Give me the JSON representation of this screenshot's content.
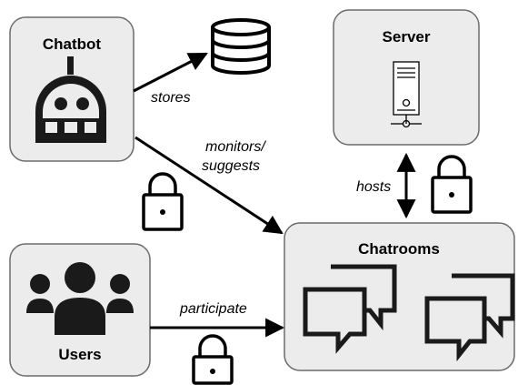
{
  "nodes": {
    "chatbot": {
      "title": "Chatbot"
    },
    "server": {
      "title": "Server"
    },
    "chatrooms": {
      "title": "Chatrooms"
    },
    "users": {
      "title": "Users"
    },
    "database": {
      "icon": "database-icon"
    }
  },
  "edges": {
    "stores": {
      "label": "stores"
    },
    "monitors": {
      "label_line1": "monitors/",
      "label_line2": "suggests"
    },
    "hosts": {
      "label": "hosts"
    },
    "participate": {
      "label": "participate"
    }
  },
  "colors": {
    "box_fill": "#ececec",
    "box_stroke": "#6b6b6b",
    "ink": "#000000",
    "icon_fill": "#1a1a1a"
  }
}
